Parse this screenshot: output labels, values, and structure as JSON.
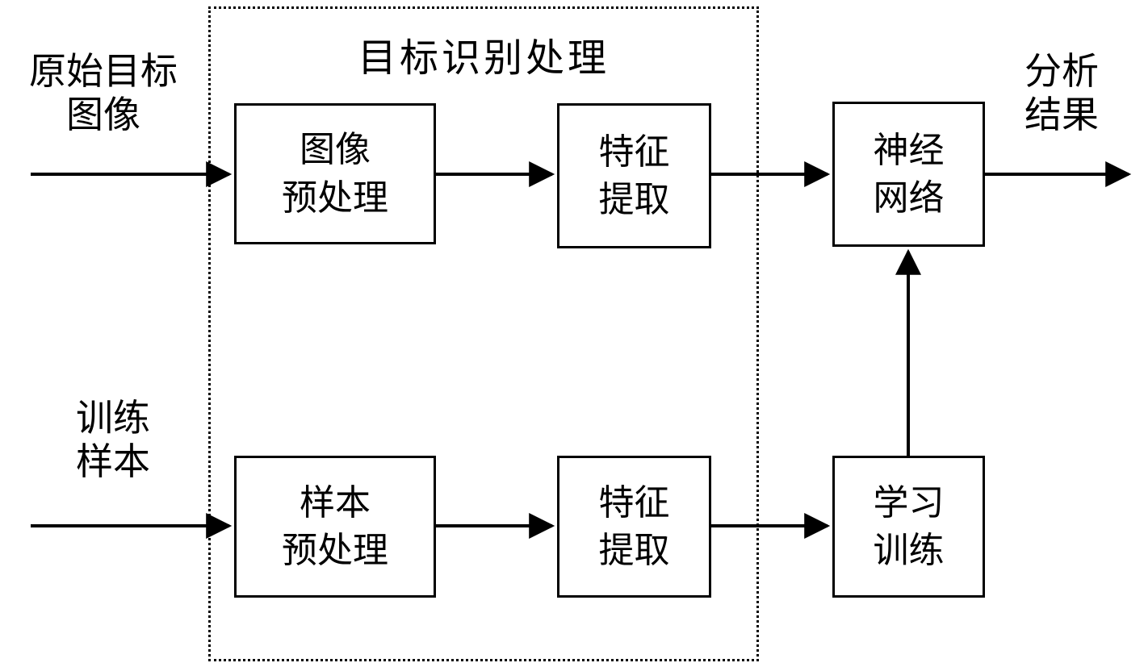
{
  "diagram": {
    "title": "目标识别处理",
    "inputs": {
      "top": "原始目标\n图像",
      "bottom": "训练\n样本"
    },
    "output": "分析\n结果",
    "nodes": {
      "image_preprocess": "图像\n预处理",
      "feature_extract_top": "特征\n提取",
      "neural_network": "神经\n网络",
      "sample_preprocess": "样本\n预处理",
      "feature_extract_bottom": "特征\n提取",
      "learning_training": "学习\n训练"
    },
    "colors": {
      "line": "#000000",
      "background": "#ffffff"
    }
  }
}
